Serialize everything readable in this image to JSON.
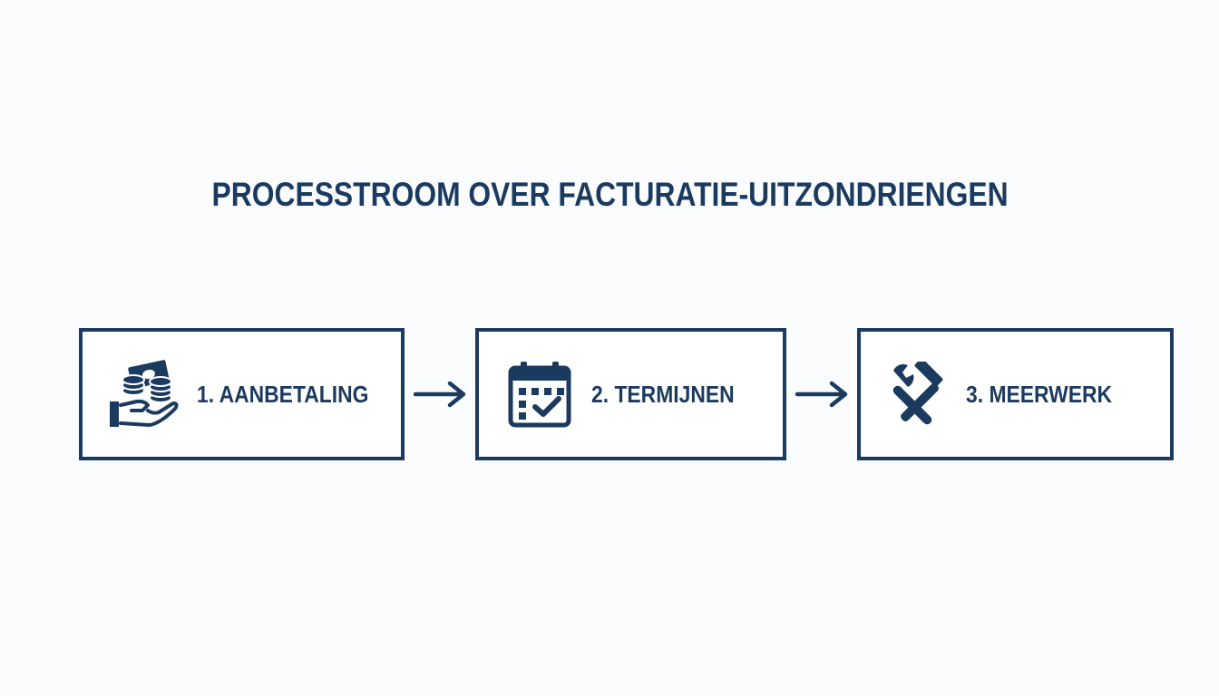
{
  "title": "PROCESSTROOM OVER FACTURATIE-UITZONDRIENGEN",
  "colors": {
    "primary": "#1b3a5f",
    "background": "#fbfcfd"
  },
  "steps": [
    {
      "label": "1. AANBETALING",
      "icon": "hand-money-icon"
    },
    {
      "label": "2. TERMIJNEN",
      "icon": "calendar-check-icon"
    },
    {
      "label": "3. MEERWERK",
      "icon": "wrench-hammer-icon"
    }
  ],
  "connectors": [
    {
      "icon": "arrow-right-icon"
    },
    {
      "icon": "arrow-right-icon"
    }
  ]
}
